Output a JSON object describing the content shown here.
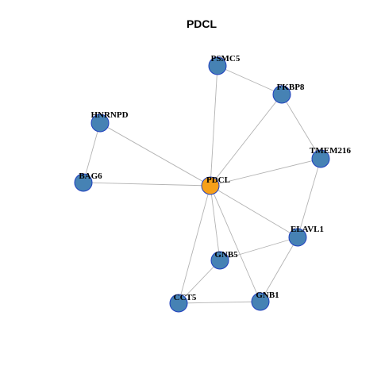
{
  "title": "PDCL",
  "colors": {
    "hub_fill": "#F6A01A",
    "node_fill": "#4682B4",
    "node_stroke": "#1F3FBF",
    "edge": "#B3B3B3",
    "text": "#000000"
  },
  "nodes": [
    {
      "id": "PDCL",
      "label": "PDCL",
      "hub": true
    },
    {
      "id": "PSMC5",
      "label": "PSMC5",
      "hub": false
    },
    {
      "id": "FKBP8",
      "label": "FKBP8",
      "hub": false
    },
    {
      "id": "HNRNPD",
      "label": "HNRNPD",
      "hub": false
    },
    {
      "id": "TMEM216",
      "label": "TMEM216",
      "hub": false
    },
    {
      "id": "BAG6",
      "label": "BAG6",
      "hub": false
    },
    {
      "id": "ELAVL1",
      "label": "ELAVL1",
      "hub": false
    },
    {
      "id": "GNB5",
      "label": "GNB5",
      "hub": false
    },
    {
      "id": "CCT5",
      "label": "CCT5",
      "hub": false
    },
    {
      "id": "GNB1",
      "label": "GNB1",
      "hub": false
    }
  ],
  "edges": [
    [
      "PDCL",
      "PSMC5"
    ],
    [
      "PDCL",
      "FKBP8"
    ],
    [
      "PDCL",
      "HNRNPD"
    ],
    [
      "PDCL",
      "TMEM216"
    ],
    [
      "PDCL",
      "BAG6"
    ],
    [
      "PDCL",
      "ELAVL1"
    ],
    [
      "PDCL",
      "GNB5"
    ],
    [
      "PDCL",
      "CCT5"
    ],
    [
      "PDCL",
      "GNB1"
    ],
    [
      "PSMC5",
      "FKBP8"
    ],
    [
      "FKBP8",
      "TMEM216"
    ],
    [
      "TMEM216",
      "ELAVL1"
    ],
    [
      "HNRNPD",
      "BAG6"
    ],
    [
      "ELAVL1",
      "GNB5"
    ],
    [
      "ELAVL1",
      "GNB1"
    ],
    [
      "GNB5",
      "CCT5"
    ],
    [
      "CCT5",
      "GNB1"
    ]
  ]
}
